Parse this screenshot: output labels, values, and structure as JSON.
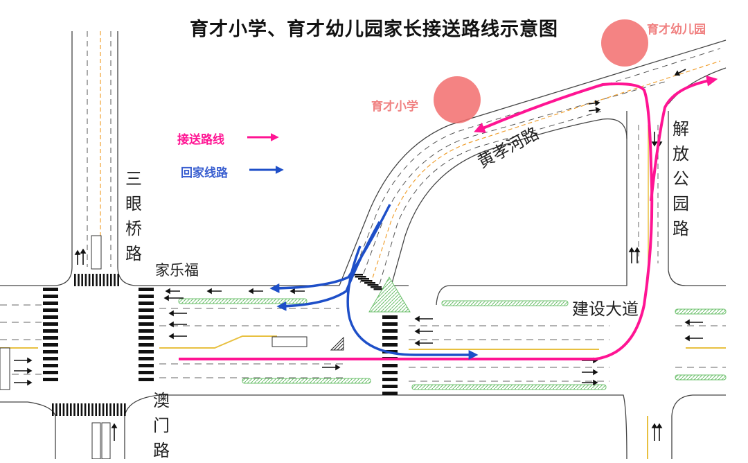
{
  "title": "育才小学、育才幼儿园家长接送路线示意图",
  "labels": {
    "kindergarten": "育才幼儿园",
    "primary_school": "育才小学"
  },
  "legend": {
    "pickup": {
      "label": "接送路线",
      "color": "#ff1493"
    },
    "home": {
      "label": "回家线路",
      "color": "#1e4fc8"
    }
  },
  "roads": {
    "sanyanqiao": "三眼桥路",
    "huangxiaohe": "黄孝河路",
    "jiefang_park": "解放公园路",
    "jianshe": "建设大道",
    "aomen": "澳门路"
  },
  "landmark": "家乐福",
  "colors": {
    "school_marker": "#f26d6d",
    "median_green": "#8ee08e",
    "centerline_orange": "#f0a030",
    "curb_yellow": "#e8c040"
  }
}
